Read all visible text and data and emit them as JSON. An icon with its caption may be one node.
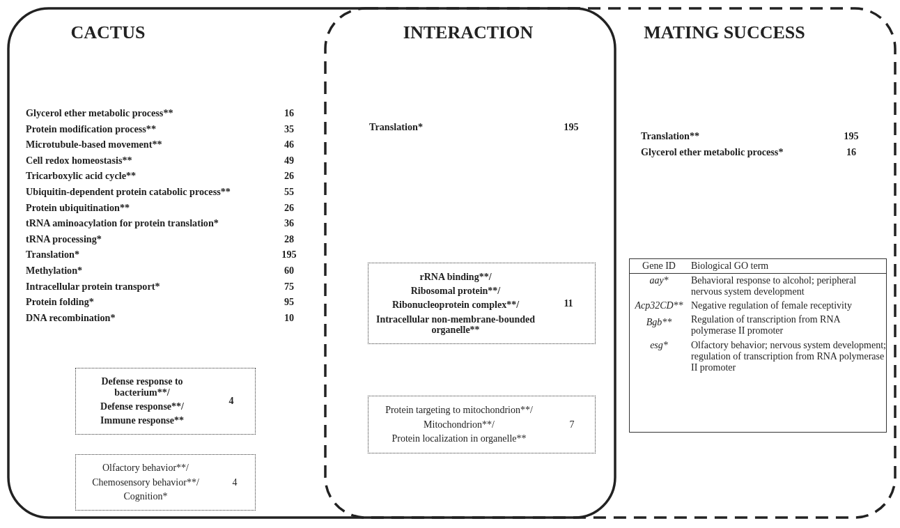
{
  "diagram": {
    "nodes": [
      {
        "text": [
          "CACTUS"
        ]
      },
      {
        "text": [
          "MATING SUCCESS"
        ]
      },
      {
        "text": [
          "Defense response to bacterium**/",
          "Defense response**/",
          "Immune response**",
          "4"
        ],
        "in": 0
      },
      {
        "text": [
          "Olfactory behavior**/",
          "Chemosensory behavior**/",
          "Cognition*",
          "4"
        ],
        "in": 0
      },
      {
        "text": [
          "rRNA binding**/",
          "Ribosomal protein**/",
          "Ribonucleoprotein complex**/",
          "Intracellular non-membrane-bounded organelle**",
          "11"
        ]
      },
      {
        "text": [
          "Protein targeting to mitochondrion**/",
          "Mitochondrion**/",
          "Protein localization in organelle**",
          "7"
        ]
      },
      {
        "text": [
          "Gene ID",
          "Biological GO term",
          "aay*",
          "Behavioral response to alcohol; peripheral nervous system development",
          "Acp32CD**",
          "Negative regulation of female receptivity",
          "Bgb**",
          "Regulation of transcription from RNA polymerase II promoter",
          "esg*",
          "Olfactory behavior; nervous system development; regulation of transcription from RNA polymerase II promoter"
        ],
        "in": 1
      }
    ],
    "labels": [
      "INTERACTION",
      "Glycerol ether metabolic process**",
      "16",
      "Protein modification process**",
      "35",
      "Microtubule-based movement**",
      "46",
      "Cell redox homeostasis**",
      "49",
      "Tricarboxylic acid cycle**",
      "26",
      "Ubiquitin-dependent protein catabolic process**",
      "55",
      "Protein ubiquitination**",
      "26",
      "tRNA aminoacylation for protein translation*",
      "36",
      "tRNA processing*",
      "28",
      "Translation*",
      "195",
      "Methylation*",
      "60",
      "Intracellular protein transport*",
      "75",
      "Protein folding*",
      "95",
      "DNA recombination*",
      "10",
      "Translation*",
      "195",
      "Translation**",
      "195",
      "Glycerol ether metabolic process*",
      "16"
    ]
  }
}
